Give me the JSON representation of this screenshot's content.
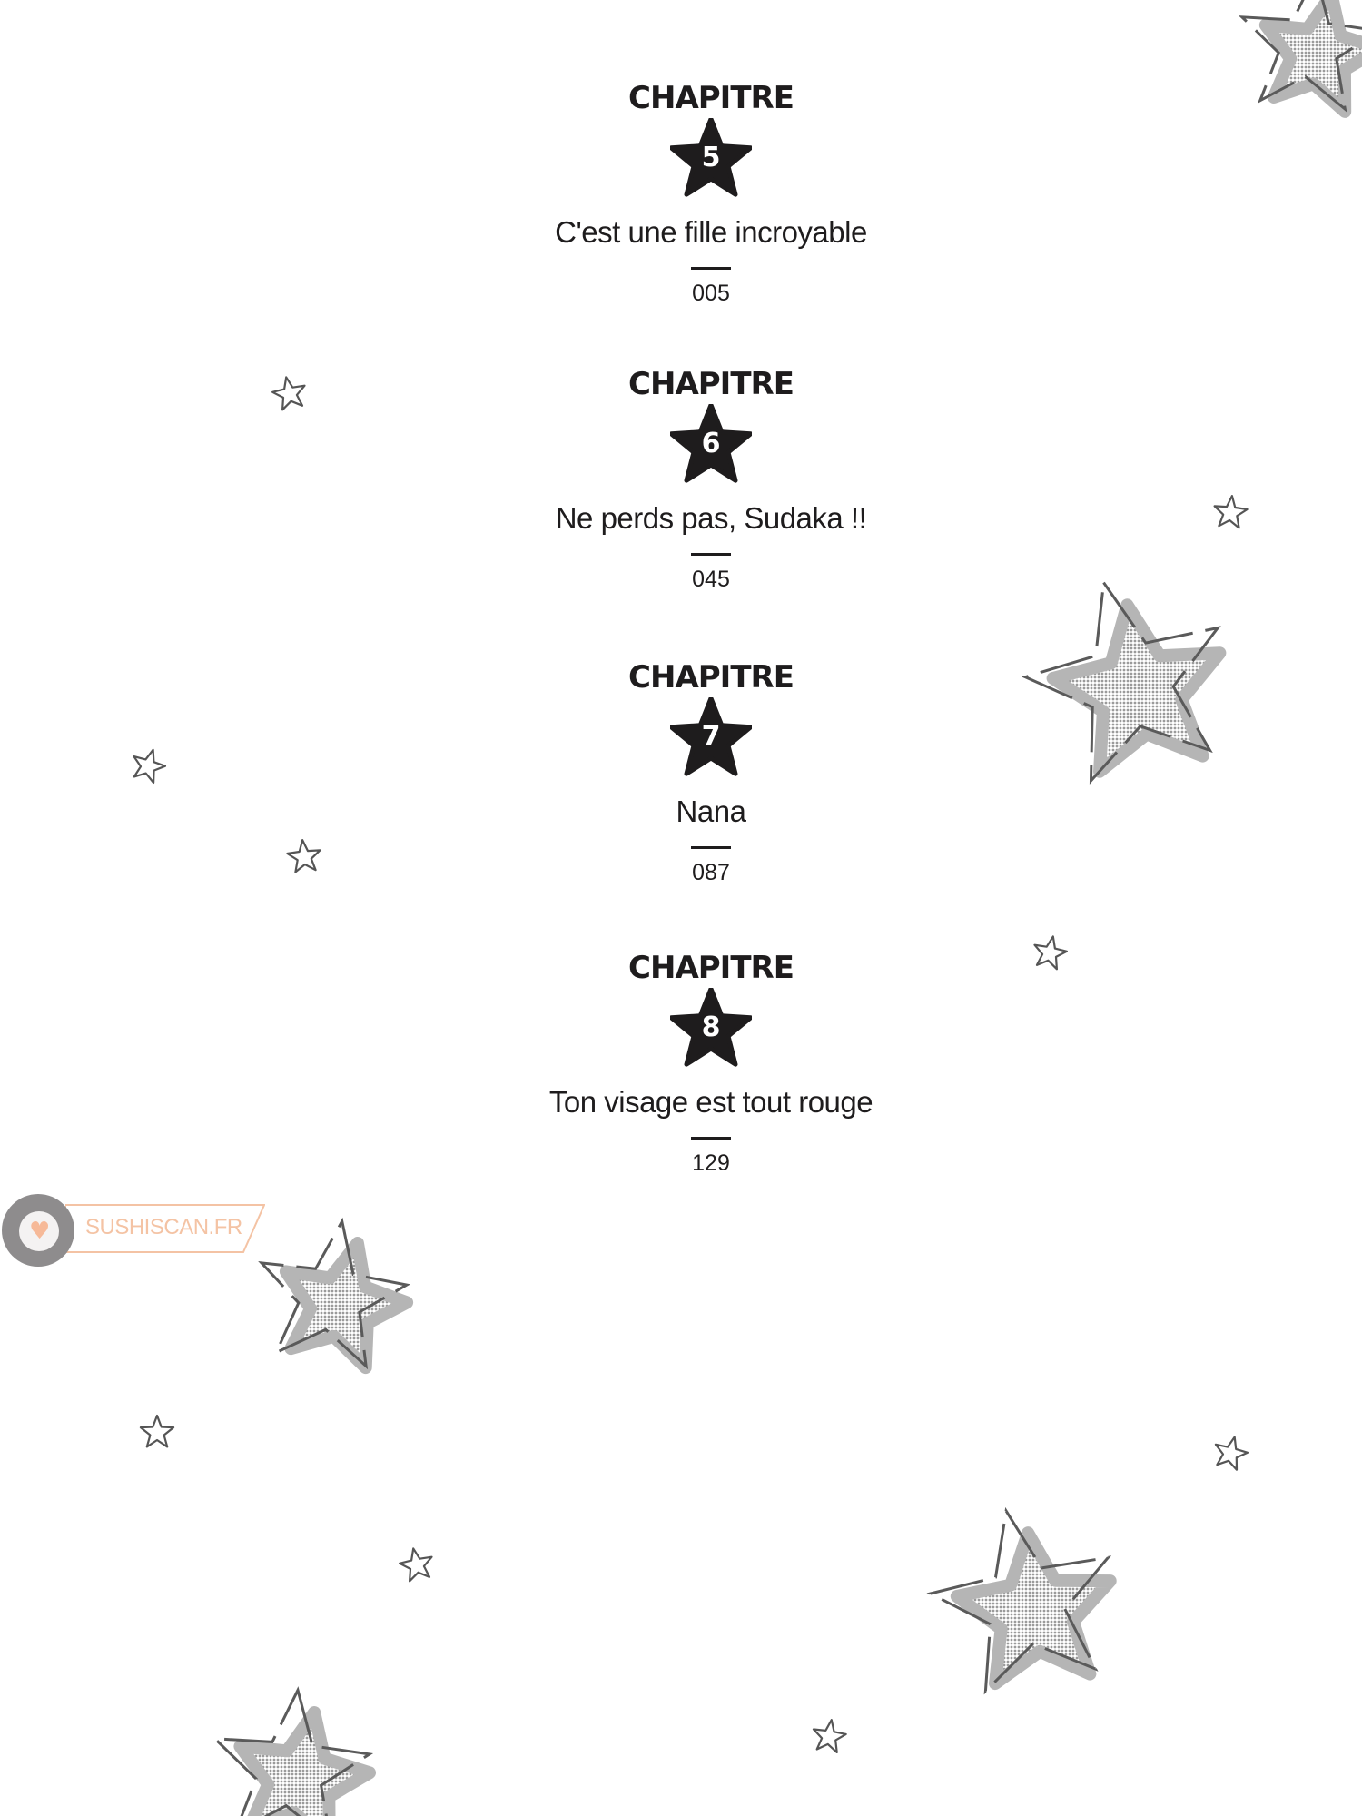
{
  "chapters": [
    {
      "label": "CHAPITRE",
      "number": "5",
      "title": "C'est une fille incroyable",
      "page": "005"
    },
    {
      "label": "CHAPITRE",
      "number": "6",
      "title": "Ne perds pas, Sudaka !!",
      "page": "045"
    },
    {
      "label": "CHAPITRE",
      "number": "7",
      "title": "Nana",
      "page": "087"
    },
    {
      "label": "CHAPITRE",
      "number": "8",
      "title": "Ton visage est tout rouge",
      "page": "129"
    }
  ],
  "watermark": {
    "text": "SUSHISCAN.FR",
    "icon": "heart-icon"
  },
  "colors": {
    "ink": "#1e1c1d",
    "hatch": "#b5b5b5",
    "watermark": "#f4c3a4"
  }
}
